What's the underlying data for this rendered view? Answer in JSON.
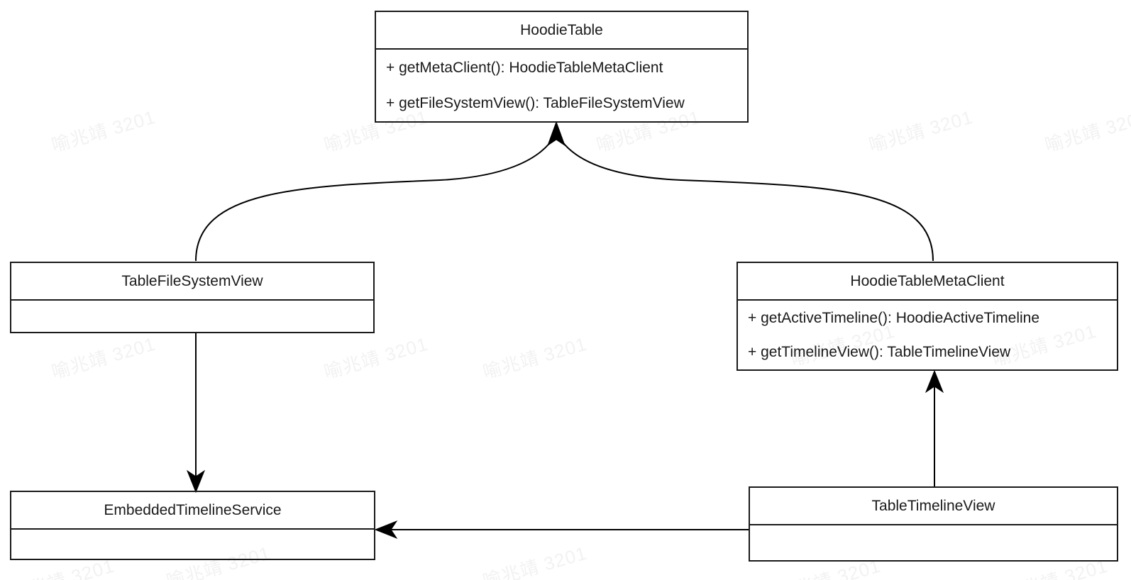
{
  "diagram": {
    "type": "uml-class-diagram",
    "background_color": "#ffffff",
    "line_color": "#000000",
    "text_color": "#1a1a1a",
    "watermark": {
      "text": "喻兆靖 3201",
      "color": "#f2f2f2",
      "rotation_deg": -16
    },
    "classes": [
      {
        "id": "hoodie-table",
        "name": "HoodieTable",
        "members": [
          "+ getMetaClient(): HoodieTableMetaClient",
          "+ getFileSystemView(): TableFileSystemView"
        ]
      },
      {
        "id": "table-file-system-view",
        "name": "TableFileSystemView",
        "members": []
      },
      {
        "id": "hoodie-table-meta-client",
        "name": "HoodieTableMetaClient",
        "members": [
          "+ getActiveTimeline(): HoodieActiveTimeline",
          "+ getTimelineView(): TableTimelineView"
        ]
      },
      {
        "id": "embedded-timeline-service",
        "name": "EmbeddedTimelineService",
        "members": []
      },
      {
        "id": "table-timeline-view",
        "name": "TableTimelineView",
        "members": []
      }
    ],
    "relationships": [
      {
        "id": "rel-tfsv-to-hoodie-table",
        "from": "table-file-system-view",
        "to": "hoodie-table",
        "style": "curved",
        "arrowhead": "filled-triangle"
      },
      {
        "id": "rel-htmc-to-hoodie-table",
        "from": "hoodie-table-meta-client",
        "to": "hoodie-table",
        "style": "curved",
        "arrowhead": "filled-triangle"
      },
      {
        "id": "rel-tfsv-to-embedded-timeline-service",
        "from": "table-file-system-view",
        "to": "embedded-timeline-service",
        "style": "straight-vertical",
        "arrowhead": "open-arrow"
      },
      {
        "id": "rel-ttv-to-htmc",
        "from": "table-timeline-view",
        "to": "hoodie-table-meta-client",
        "style": "straight-vertical",
        "arrowhead": "open-arrow"
      },
      {
        "id": "rel-ttv-to-embedded-timeline-service",
        "from": "table-timeline-view",
        "to": "embedded-timeline-service",
        "style": "straight-horizontal",
        "arrowhead": "open-arrow"
      }
    ]
  }
}
